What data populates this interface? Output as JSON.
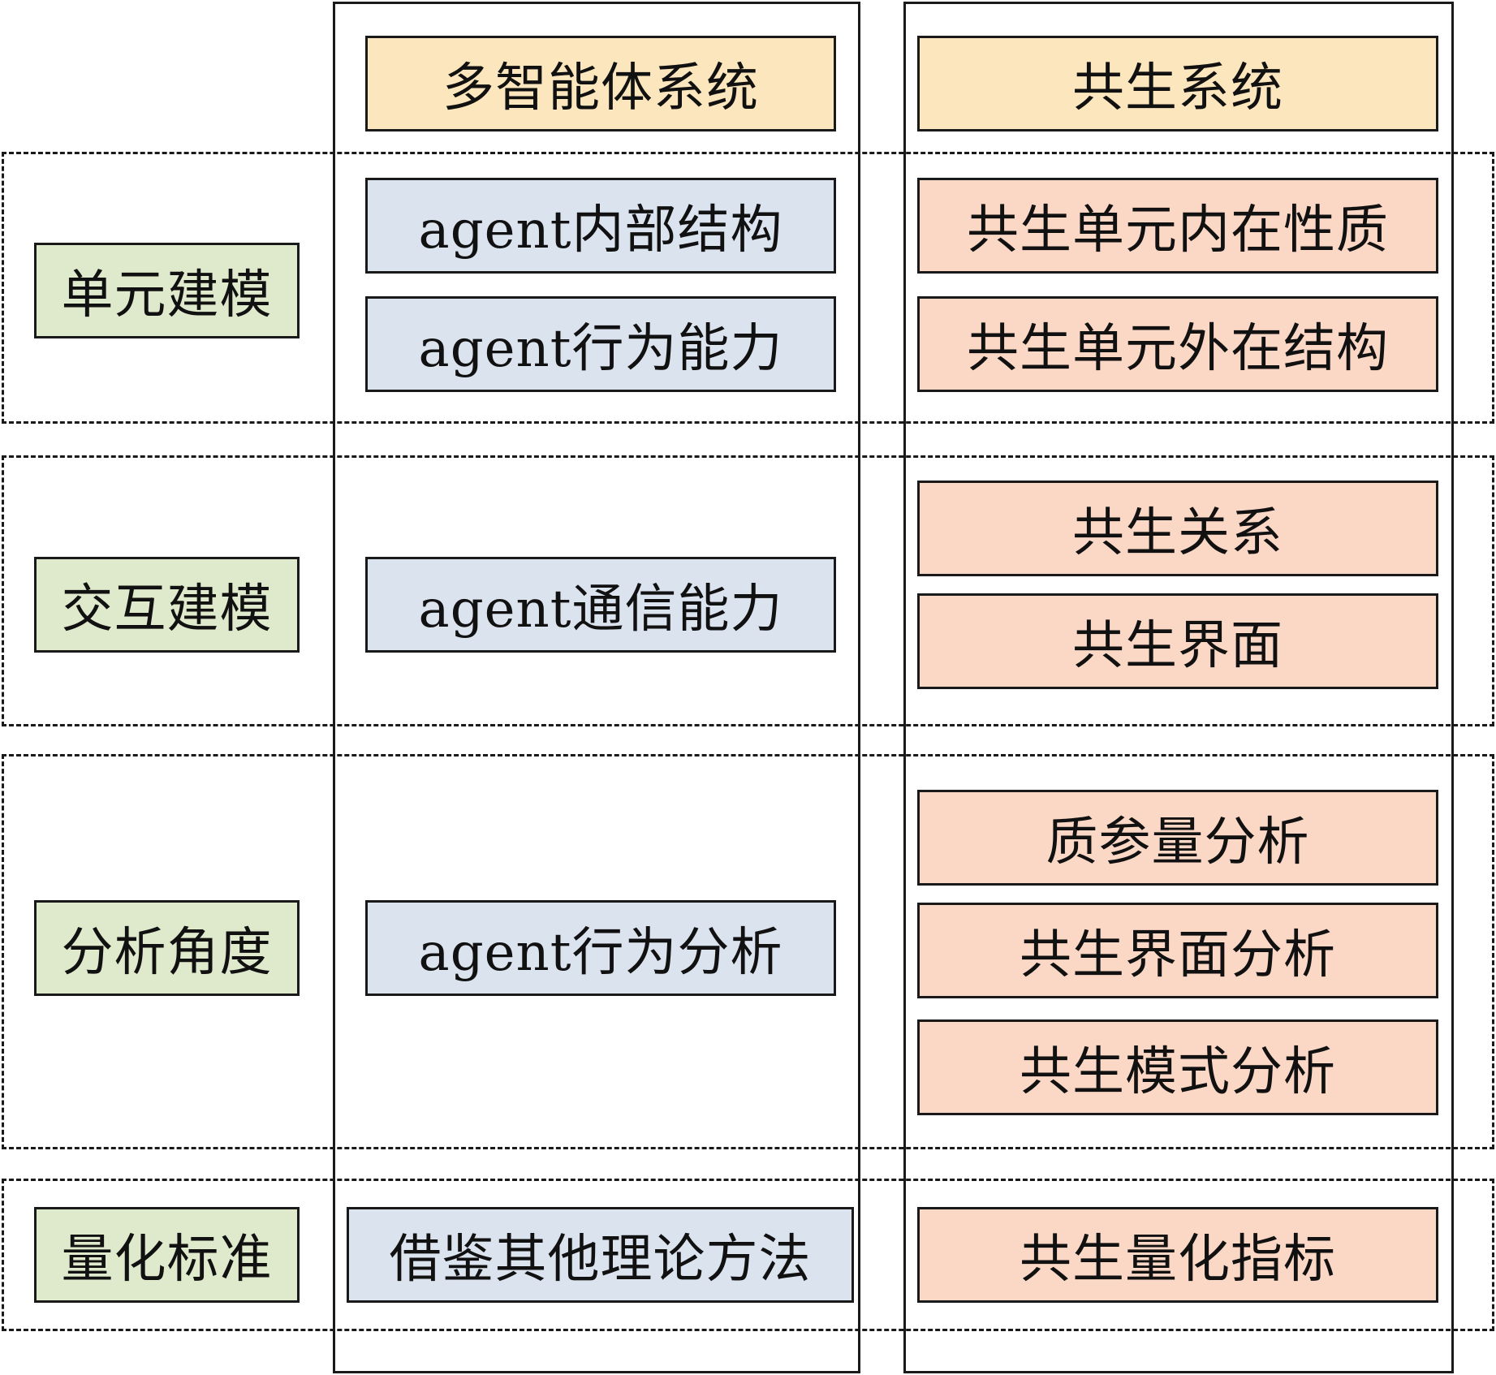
{
  "headers": {
    "mas": "多智能体系统",
    "symbiosis": "共生系统"
  },
  "rows": {
    "unit_modeling": {
      "label": "单元建模",
      "mas": [
        "agent内部结构",
        "agent行为能力"
      ],
      "symbiosis": [
        "共生单元内在性质",
        "共生单元外在结构"
      ]
    },
    "interaction_modeling": {
      "label": "交互建模",
      "mas": [
        "agent通信能力"
      ],
      "symbiosis": [
        "共生关系",
        "共生界面"
      ]
    },
    "analysis_perspective": {
      "label": "分析角度",
      "mas": [
        "agent行为分析"
      ],
      "symbiosis": [
        "质参量分析",
        "共生界面分析",
        "共生模式分析"
      ]
    },
    "quantification_standard": {
      "label": "量化标准",
      "mas": [
        "借鉴其他理论方法"
      ],
      "symbiosis": [
        "共生量化指标"
      ]
    }
  },
  "colors": {
    "header": "#fce6bd",
    "mas_item": "#dbe3ef",
    "symbiosis_item": "#fbd7c6",
    "row_label": "#dfe9cc",
    "border": "#1a1a1a"
  }
}
